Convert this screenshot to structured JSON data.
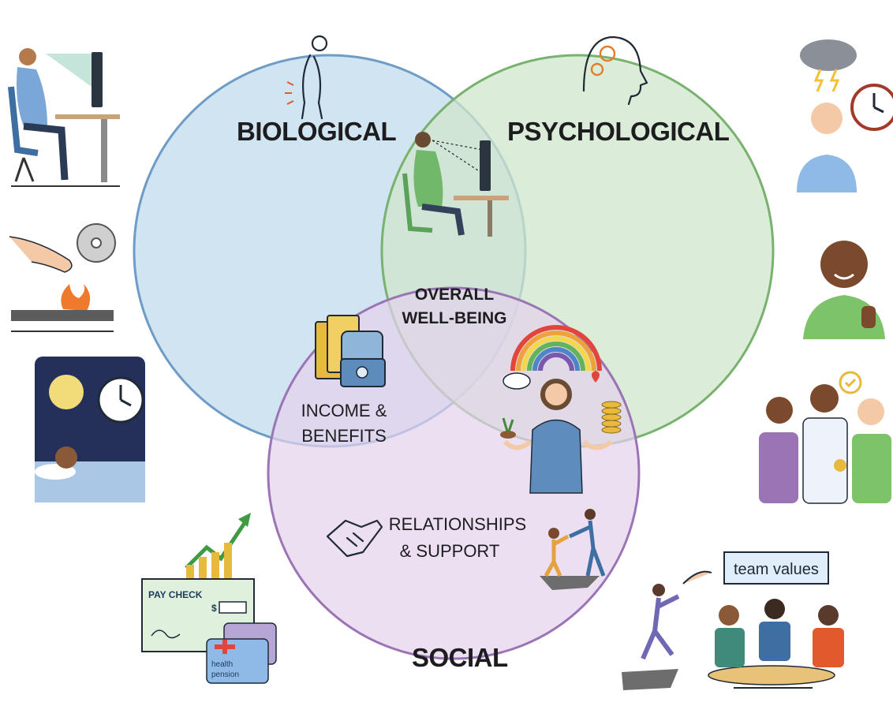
{
  "diagram": {
    "circles": {
      "biological": "BIOLOGICAL",
      "psychological": "PSYCHOLOGICAL",
      "social": "SOCIAL"
    },
    "center_label": [
      "OVERALL",
      "WELL-BEING"
    ],
    "income_label": [
      "INCOME &",
      "BENEFITS"
    ],
    "relationships_label": [
      "RELATIONSHIPS",
      "& SUPPORT"
    ],
    "colors": {
      "biological_fill": "#c9dff0",
      "biological_stroke": "#6f9cc6",
      "psychological_fill": "#cfe6cb",
      "psychological_stroke": "#79b26f",
      "social_fill": "#e4d2ec",
      "social_stroke": "#9b74b5"
    }
  },
  "illustrations": {
    "pay_check_label": "PAY CHECK",
    "dollar_sign": "$",
    "health_card_line1": "health",
    "health_card_line2": "pension",
    "banner_text": "team values"
  }
}
